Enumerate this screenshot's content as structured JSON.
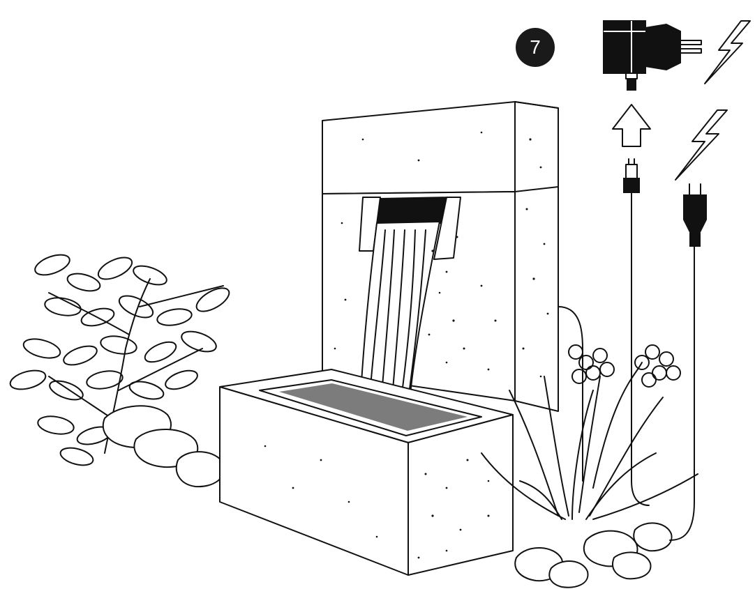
{
  "figure": {
    "step_number": "7",
    "icons": [
      "fountain",
      "plant-left",
      "plant-right",
      "stones",
      "pump-cable-connector",
      "power-adapter",
      "mains-plug",
      "lightning-icon",
      "arrow-up-icon"
    ],
    "ink_color": "#111111",
    "background": "#ffffff"
  }
}
